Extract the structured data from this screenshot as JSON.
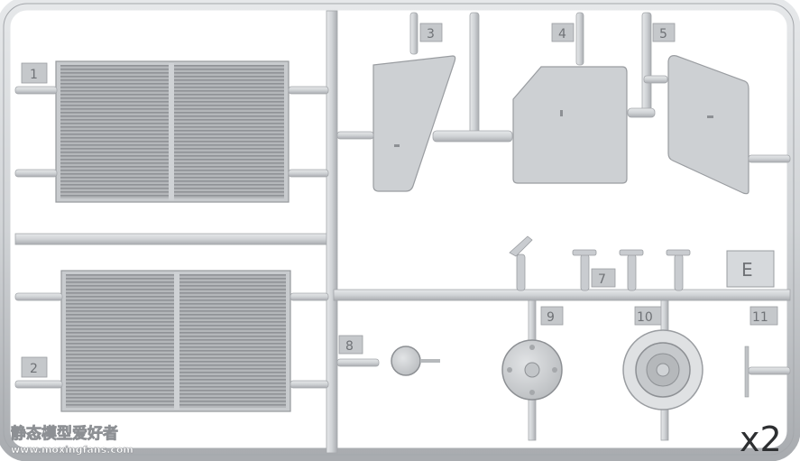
{
  "sprue": {
    "letter": "E",
    "multiplier": "x2",
    "part_numbers": [
      "1",
      "2",
      "3",
      "4",
      "5",
      "7",
      "8",
      "9",
      "10",
      "11"
    ]
  },
  "watermark": {
    "chinese": "静态模型爱好者",
    "url": "www.moxingfans.com"
  },
  "colors": {
    "plastic": "#d3d6d9",
    "plastic_shadow": "#a9acb0",
    "plastic_dark": "#8d9094",
    "background": "#ffffff"
  }
}
